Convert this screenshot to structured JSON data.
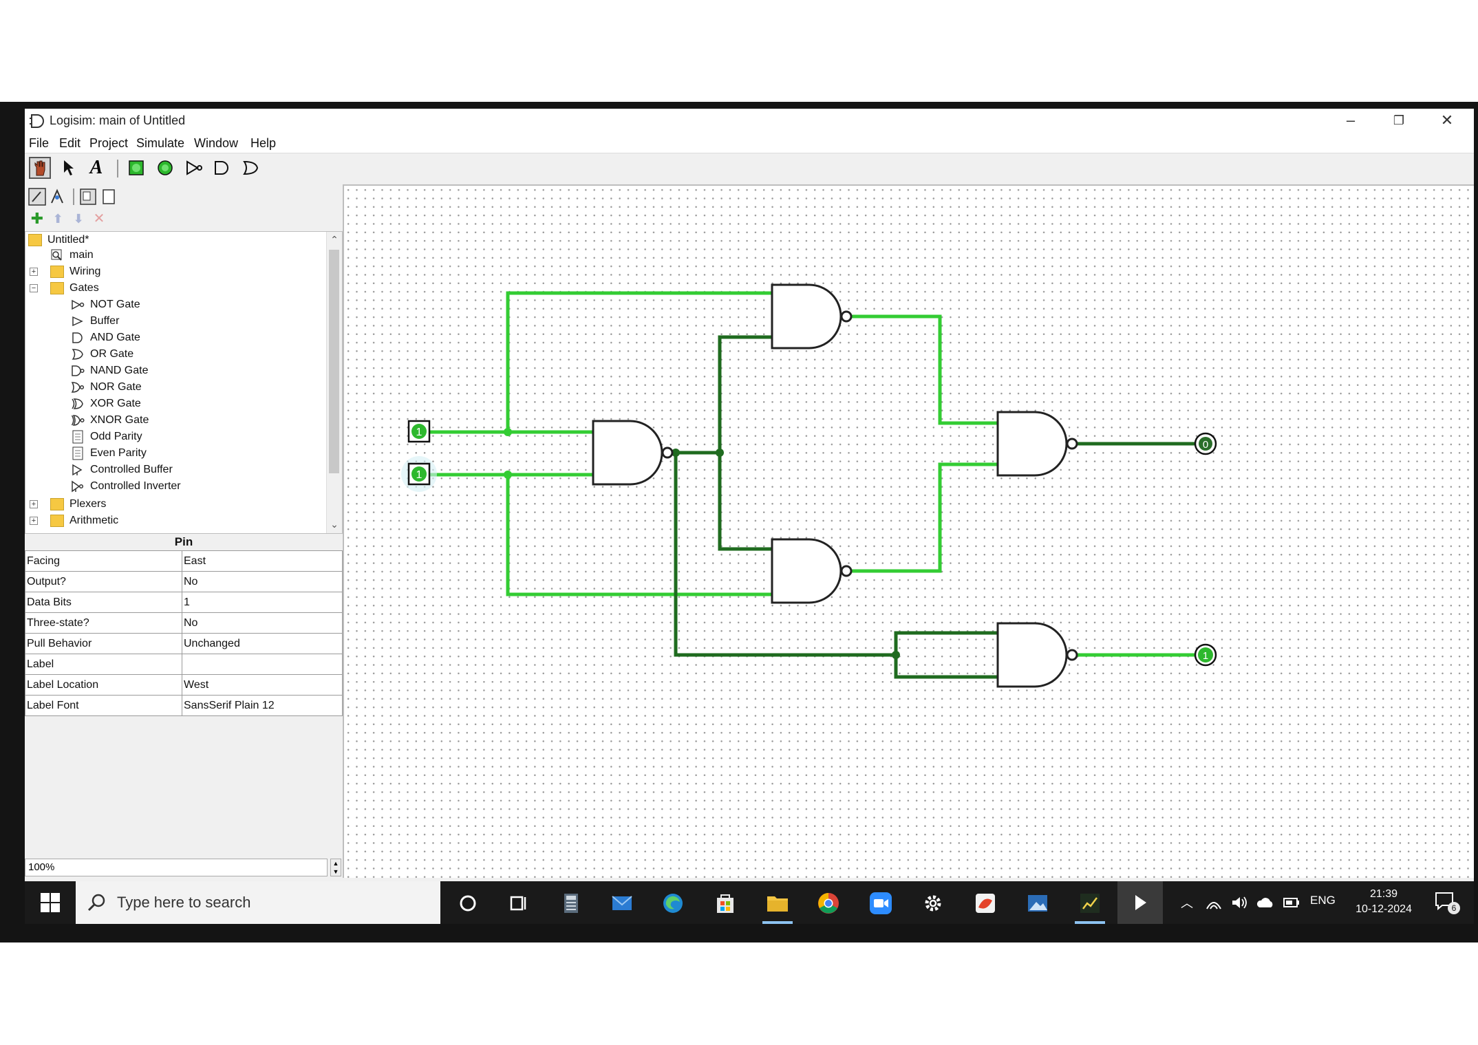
{
  "window": {
    "title": "Logisim: main of Untitled"
  },
  "menu": [
    "File",
    "Edit",
    "Project",
    "Simulate",
    "Window",
    "Help"
  ],
  "explorer": {
    "project": "Untitled*",
    "circuit": "main",
    "folders": {
      "wiring": "Wiring",
      "gates": "Gates",
      "plexers": "Plexers",
      "arithmetic": "Arithmetic"
    },
    "gates": [
      "NOT Gate",
      "Buffer",
      "AND Gate",
      "OR Gate",
      "NAND Gate",
      "NOR Gate",
      "XOR Gate",
      "XNOR Gate",
      "Odd Parity",
      "Even Parity",
      "Controlled Buffer",
      "Controlled Inverter"
    ]
  },
  "attributes": {
    "title": "Pin",
    "rows": [
      {
        "key": "Facing",
        "value": "East"
      },
      {
        "key": "Output?",
        "value": "No"
      },
      {
        "key": "Data Bits",
        "value": "1"
      },
      {
        "key": "Three-state?",
        "value": "No"
      },
      {
        "key": "Pull Behavior",
        "value": "Unchanged"
      },
      {
        "key": "Label",
        "value": ""
      },
      {
        "key": "Label Location",
        "value": "West"
      },
      {
        "key": "Label Font",
        "value": "SansSerif Plain 12"
      }
    ]
  },
  "zoom": "100%",
  "circuit": {
    "input_a": "1",
    "input_b": "1",
    "output_sum": "0",
    "output_carry": "1"
  },
  "colors": {
    "wire_high": "#33cc33",
    "wire_low": "#1f6b1f",
    "pin_fill": "#2db82d"
  },
  "taskbar": {
    "search_placeholder": "Type here to search",
    "language": "ENG",
    "time": "21:39",
    "date": "10-12-2024",
    "notification_count": "6"
  }
}
